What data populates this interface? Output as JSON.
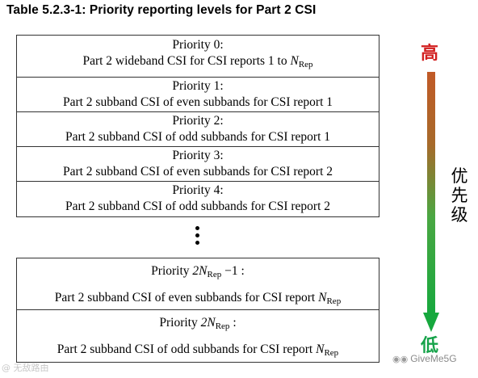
{
  "title": "Table 5.2.3-1: Priority reporting levels for Part 2 CSI",
  "rows": [
    {
      "l1": "Priority 0:",
      "l2_pre": "Part 2 wideband CSI for CSI reports 1 to ",
      "l2_var": "N",
      "l2_sub": "Rep"
    },
    {
      "l1": "Priority 1:",
      "l2": "Part 2 subband CSI of even subbands for CSI report 1"
    },
    {
      "l1": "Priority 2:",
      "l2": "Part 2 subband CSI of odd subbands for CSI report 1"
    },
    {
      "l1": "Priority 3:",
      "l2": "Part 2 subband CSI of even subbands for CSI report 2"
    },
    {
      "l1": "Priority 4:",
      "l2": "Part 2 subband CSI of odd subbands for CSI report 2"
    }
  ],
  "rows2": [
    {
      "l1_pre": "Priority ",
      "l1_num": "2",
      "l1_var": "N",
      "l1_sub": "Rep",
      "l1_post": " −1 :",
      "l2_pre": "Part 2 subband CSI of even subbands for CSI report ",
      "l2_var": "N",
      "l2_sub": "Rep"
    },
    {
      "l1_pre": "Priority ",
      "l1_num": "2",
      "l1_var": "N",
      "l1_sub": "Rep",
      "l1_post": " :",
      "l2_pre": "Part 2 subband CSI of odd subbands for CSI report ",
      "l2_var": "N",
      "l2_sub": "Rep"
    }
  ],
  "scale": {
    "high": "高",
    "low": "低",
    "label_chars": [
      "优",
      "先",
      "级"
    ],
    "colors": {
      "high": "#d21f1f",
      "low": "#16a34a",
      "arrow_top": "#c15a27",
      "arrow_bottom": "#17a83e"
    }
  },
  "watermarks": {
    "left": "@ 无敌路由",
    "right_icon": "wechat-icon",
    "right": "GiveMe5G"
  }
}
